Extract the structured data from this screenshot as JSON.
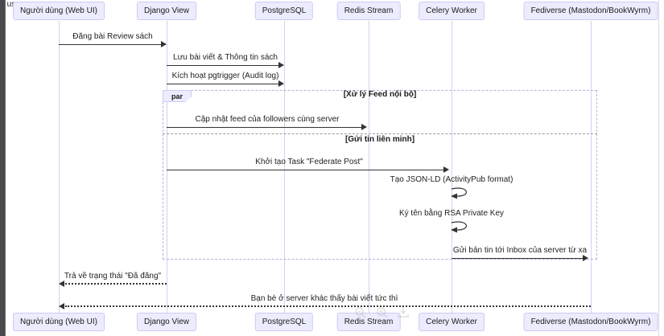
{
  "participants": [
    {
      "name": "Người dùng (Web UI)"
    },
    {
      "name": "Django View"
    },
    {
      "name": "PostgreSQL"
    },
    {
      "name": "Redis Stream"
    },
    {
      "name": "Celery Worker"
    },
    {
      "name": "Fediverse (Mastodon/BookWyrm)"
    }
  ],
  "messages": {
    "dang_bai": "Đăng bài Review sách",
    "luu_bai": "Lưu bài viết & Thông tin sách",
    "pgtrigger": "Kích hoạt pgtrigger (Audit log)",
    "cap_nhat_feed": "Cập nhật feed của followers cùng server",
    "khoi_tao_task": "Khởi tạo Task \"Federate Post\"",
    "tao_jsonld": "Tạo JSON-LD (ActivityPub format)",
    "ky_ten": "Ký tên bằng RSA Private Key",
    "gui_ban_tin": "Gửi bản tin tới Inbox của server từ xa",
    "tra_ve": "Trả về trạng thái \"Đã đăng\"",
    "ban_be": "Bạn bè ở server khác thấy bài viết tức thì"
  },
  "par_block": {
    "label": "par",
    "section_internal": "[Xử lý Feed nội bộ]",
    "section_federation": "[Gửi tin liên minh]"
  },
  "icons": {
    "zoom_out": "magnifier-icon",
    "zoom_in": "magnifier-icon",
    "download": "download-arrow-icon"
  },
  "colors": {
    "actor_fill": "#ECECFF",
    "actor_border": "#cfc9f2",
    "lifeline": "#d6d0f0",
    "arrow": "#333333",
    "par_border": "#b7afdf",
    "divider": "#9a9a9a",
    "editor_strip": "#4a4a4d",
    "page_bg": "#ffffff"
  }
}
